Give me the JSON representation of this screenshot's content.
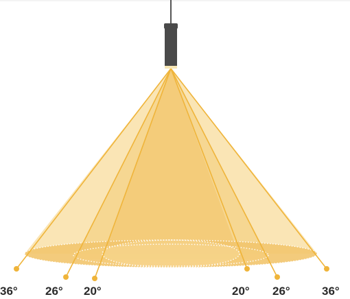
{
  "diagram": {
    "colors": {
      "beam_outer": "#f6d28a",
      "beam_mid": "#f3c46c",
      "beam_inner": "#f0b94f",
      "line": "#efb43a",
      "lamp_body": "#4a4a4a",
      "cable": "#555555",
      "floor_ellipse": "#f2c56e",
      "dots": "#ffffff",
      "label_text": "#2a2a2a"
    },
    "beam_angles": [
      {
        "side": "left",
        "label": "36°"
      },
      {
        "side": "left",
        "label": "26°"
      },
      {
        "side": "left",
        "label": "20°"
      },
      {
        "side": "right",
        "label": "20°"
      },
      {
        "side": "right",
        "label": "26°"
      },
      {
        "side": "right",
        "label": "36°"
      }
    ],
    "icons": {
      "lamp": "pendant-lamp-icon"
    }
  }
}
